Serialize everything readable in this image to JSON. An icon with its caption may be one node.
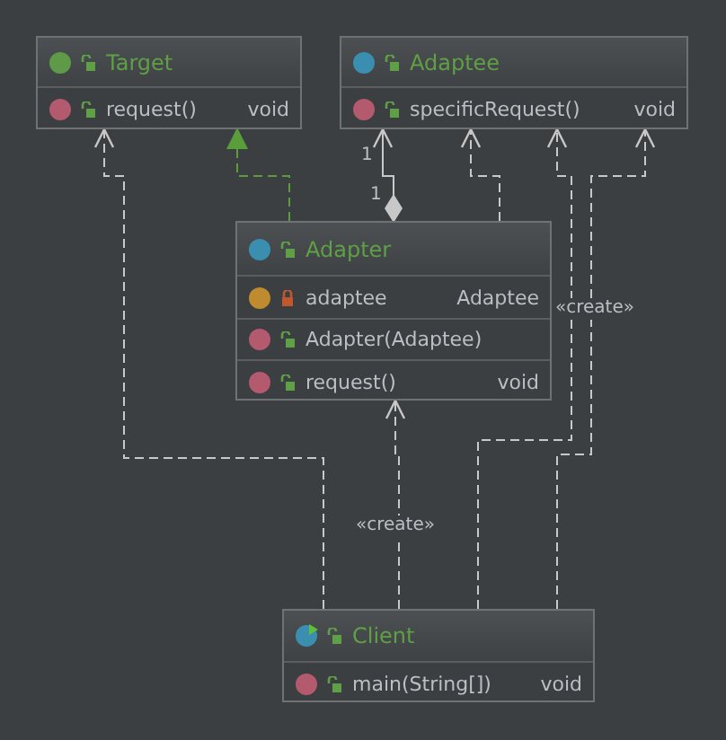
{
  "diagram": {
    "nodes": [
      {
        "text": [
          "Target",
          "request()",
          "void"
        ]
      },
      {
        "text": [
          "Adaptee",
          "specificRequest()",
          "void"
        ]
      },
      {
        "text": [
          "Adapter",
          "adaptee",
          "Adaptee",
          "Adapter(Adaptee)",
          "request()",
          "void"
        ]
      },
      {
        "text": [
          "Client",
          "main(String[])",
          "void"
        ]
      }
    ],
    "edges": [
      {
        "from": 3,
        "to": 0,
        "arrow": "to",
        "style": "dashed"
      },
      {
        "from": 2,
        "to": 0,
        "arrow": "to",
        "style": "dashed",
        "color": "#5a9e3c"
      },
      {
        "from": 2,
        "to": 1,
        "arrow": "to"
      },
      {
        "from": 2,
        "to": 1,
        "arrow": "to",
        "style": "dashed"
      },
      {
        "from": 3,
        "to": 1,
        "arrow": "to",
        "style": "dashed"
      },
      {
        "from": 3,
        "to": 1,
        "arrow": "to",
        "style": "dashed",
        "label": "«create»"
      },
      {
        "from": 3,
        "to": 2,
        "arrow": "to",
        "style": "dashed",
        "label": "«create»"
      }
    ],
    "labels": [
      "1",
      "1"
    ]
  }
}
